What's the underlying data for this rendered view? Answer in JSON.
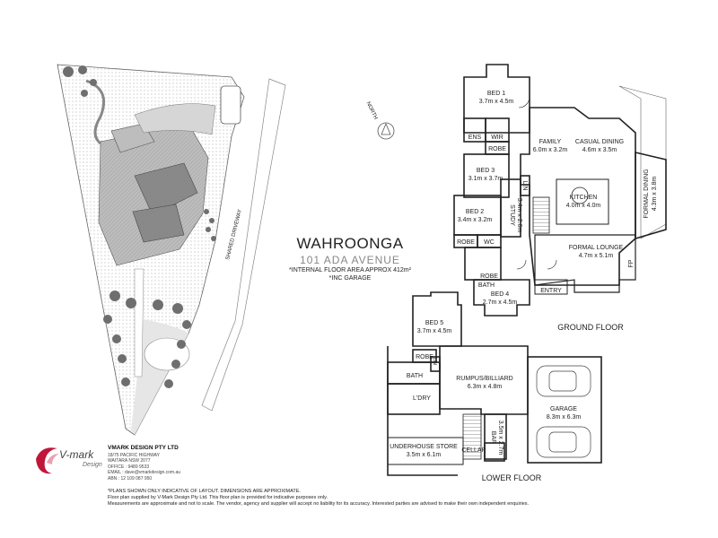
{
  "header": {
    "suburb": "WAHROONGA",
    "address": "101 ADA AVENUE",
    "area_note": "*INTERNAL FLOOR AREA APPROX 412m²",
    "garage_note": "*INC GARAGE"
  },
  "site": {
    "north_label": "NORTH",
    "driveway_label": "SHARED DRIVEWAY"
  },
  "ground_floor": {
    "label": "GROUND FLOOR",
    "rooms": [
      {
        "name": "BED 1",
        "dims": "3.7m x 4.5m"
      },
      {
        "name": "ENS",
        "dims": ""
      },
      {
        "name": "WIR",
        "dims": ""
      },
      {
        "name": "ROBE",
        "dims": ""
      },
      {
        "name": "BED 3",
        "dims": "3.1m x 3.7m"
      },
      {
        "name": "FAMILY",
        "dims": "6.0m x 3.2m"
      },
      {
        "name": "CASUAL DINING",
        "dims": "4.6m x 3.5m"
      },
      {
        "name": "BED 2",
        "dims": "3.4m x 3.2m"
      },
      {
        "name": "STUDY",
        "dims": "3.4m x 2.6m"
      },
      {
        "name": "LIN",
        "dims": ""
      },
      {
        "name": "KITCHEN",
        "dims": "4.0m x 4.0m"
      },
      {
        "name": "FORMAL DINING",
        "dims": "4.3m x 3.8m"
      },
      {
        "name": "ROBE",
        "dims": ""
      },
      {
        "name": "WC",
        "dims": ""
      },
      {
        "name": "BATH",
        "dims": ""
      },
      {
        "name": "FORMAL LOUNGE",
        "dims": "4.7m x 5.1m"
      },
      {
        "name": "FP",
        "dims": ""
      },
      {
        "name": "ROBE",
        "dims": ""
      },
      {
        "name": "BED 4",
        "dims": "2.7m x 4.5m"
      },
      {
        "name": "ENTRY",
        "dims": ""
      }
    ]
  },
  "lower_floor": {
    "label": "LOWER FLOOR",
    "rooms": [
      {
        "name": "BED 5",
        "dims": "3.7m x 4.5m"
      },
      {
        "name": "ROBE",
        "dims": ""
      },
      {
        "name": "LIN",
        "dims": ""
      },
      {
        "name": "BATH",
        "dims": ""
      },
      {
        "name": "RUMPUS/BILLIARD",
        "dims": "6.3m x 4.8m"
      },
      {
        "name": "L'DRY",
        "dims": ""
      },
      {
        "name": "GARAGE",
        "dims": "8.3m x 6.3m"
      },
      {
        "name": "BAR",
        "dims": "3.5m x 2.7m"
      },
      {
        "name": "UNDERHOUSE STORE",
        "dims": "3.5m x 6.1m"
      },
      {
        "name": "CELLAR",
        "dims": ""
      }
    ]
  },
  "company": {
    "logo_word": "V-mark",
    "logo_sub": "Design",
    "name": "VMARK DESIGN PTY LTD",
    "address1": "18/75 PACIFIC HIGHWAY",
    "address2": "WAITARA NSW 2077",
    "office": "OFFICE : 9489 9533",
    "email": "EMAIL : dave@vmarkdesign.com.au",
    "abn": "ABN : 12 109 087 950"
  },
  "disclaimer": {
    "line1": "*PLANS SHOWN ONLY INDICATIVE OF LAYOUT. DIMENSIONS ARE APPROXIMATE.",
    "line2": "Floor plan supplied by V-Mark Design Pty Ltd. This floor plan is provided for indicative purposes only.",
    "line3": "Measurements are approximate and not to scale. The vendor, agency and supplier will accept no liability for its accuracy. Interested parties are advised to make their own independent enquiries."
  },
  "colors": {
    "wall": "#222222",
    "roof_light": "#b5b5b5",
    "roof_dark": "#8a8a8a",
    "logo_red": "#c0163a"
  }
}
